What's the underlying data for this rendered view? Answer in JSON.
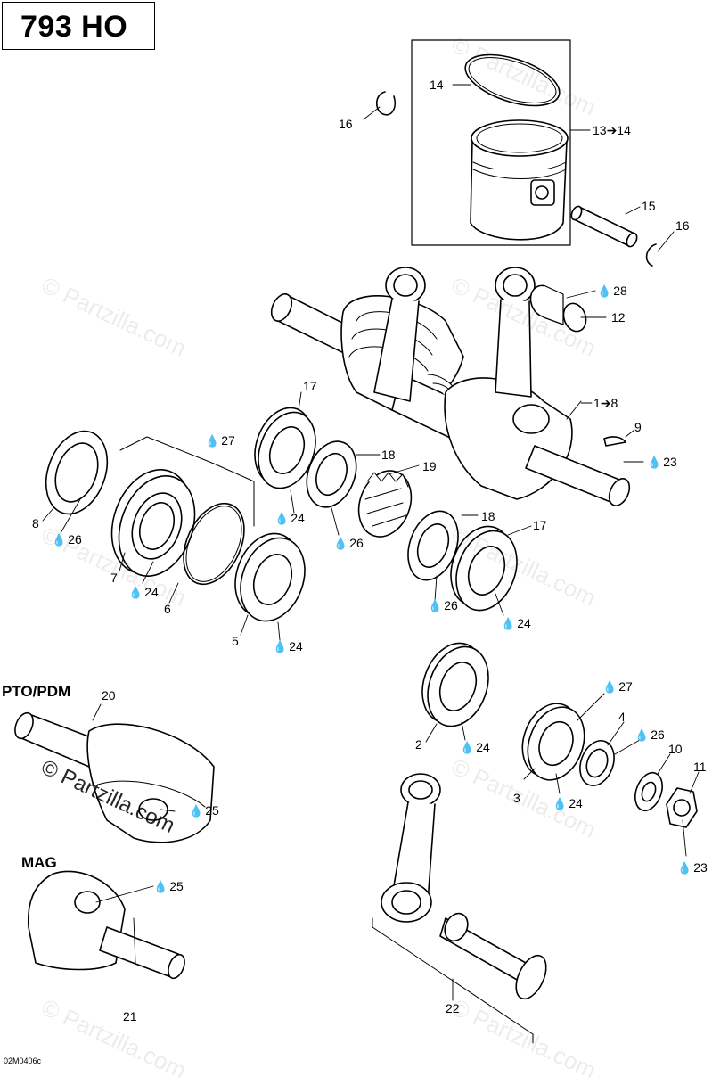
{
  "header": {
    "title": "793 HO"
  },
  "sections": {
    "pto": "PTO/PDM",
    "mag": "MAG"
  },
  "watermark": "© Partzilla.com",
  "footer": {
    "code": "02M0406c"
  },
  "callouts": {
    "c14": "14",
    "c16a": "16",
    "c13": "13➔14",
    "c15": "15",
    "c16b": "16",
    "c28": "28",
    "c12": "12",
    "c17a": "17",
    "c27a": "27",
    "c18a": "18",
    "c19": "19",
    "c1": "1➔8",
    "c9": "9",
    "c23a": "23",
    "c8": "8",
    "c26a": "26",
    "c24a": "24",
    "c26b": "26",
    "c7": "7",
    "c24b": "24",
    "c6": "6",
    "c18b": "18",
    "c17b": "17",
    "c26c": "26",
    "c24c": "24",
    "c5": "5",
    "c24d": "24",
    "c20": "20",
    "c25a": "25",
    "c27b": "27",
    "c4": "4",
    "c26d": "26",
    "c10": "10",
    "c11": "11",
    "c2": "2",
    "c24e": "24",
    "c3": "3",
    "c24f": "24",
    "c23b": "23",
    "c25b": "25",
    "c21": "21",
    "c22": "22"
  },
  "colors": {
    "line": "#000000",
    "background": "#ffffff"
  }
}
